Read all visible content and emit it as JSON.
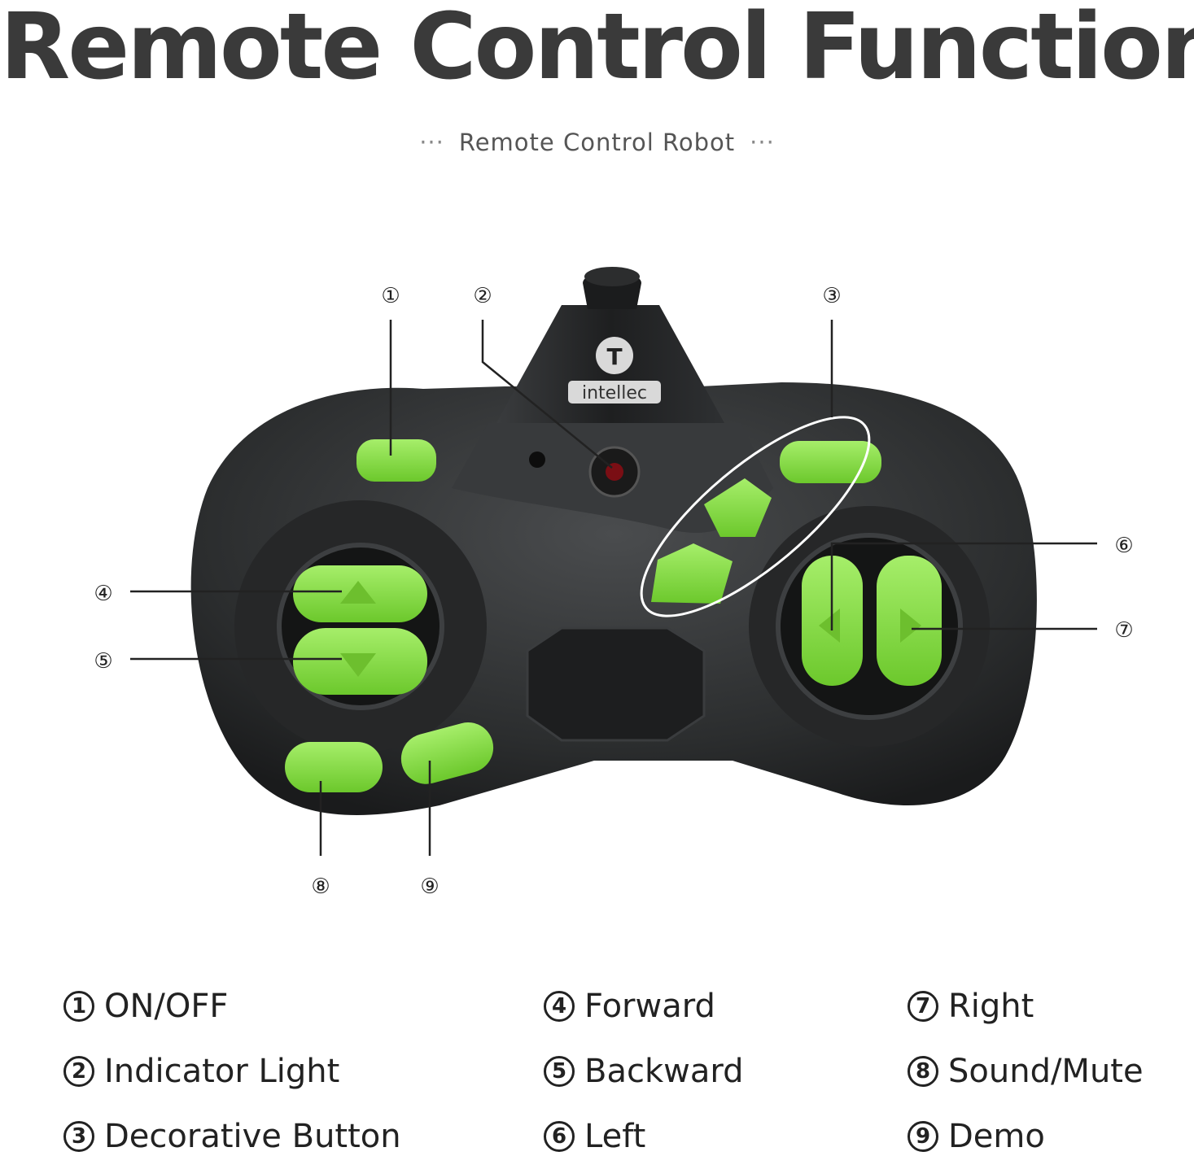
{
  "title": "Remote Control Function",
  "subtitle": "Remote Control Robot",
  "subtitle_dots": "···",
  "brand": "intellec",
  "brand_logo_letter": "T",
  "callouts": [
    "①",
    "②",
    "③",
    "④",
    "⑤",
    "⑥",
    "⑦",
    "⑧",
    "⑨"
  ],
  "legend": [
    {
      "num": "1",
      "label": "ON/OFF"
    },
    {
      "num": "2",
      "label": "Indicator Light"
    },
    {
      "num": "3",
      "label": "Decorative Button"
    },
    {
      "num": "4",
      "label": "Forward"
    },
    {
      "num": "5",
      "label": "Backward"
    },
    {
      "num": "6",
      "label": "Left"
    },
    {
      "num": "7",
      "label": "Right"
    },
    {
      "num": "8",
      "label": "Sound/Mute"
    },
    {
      "num": "9",
      "label": "Demo"
    }
  ],
  "colors": {
    "button_green": "#7ed63c",
    "body_dark": "#2b2d2e",
    "text": "#222222"
  }
}
